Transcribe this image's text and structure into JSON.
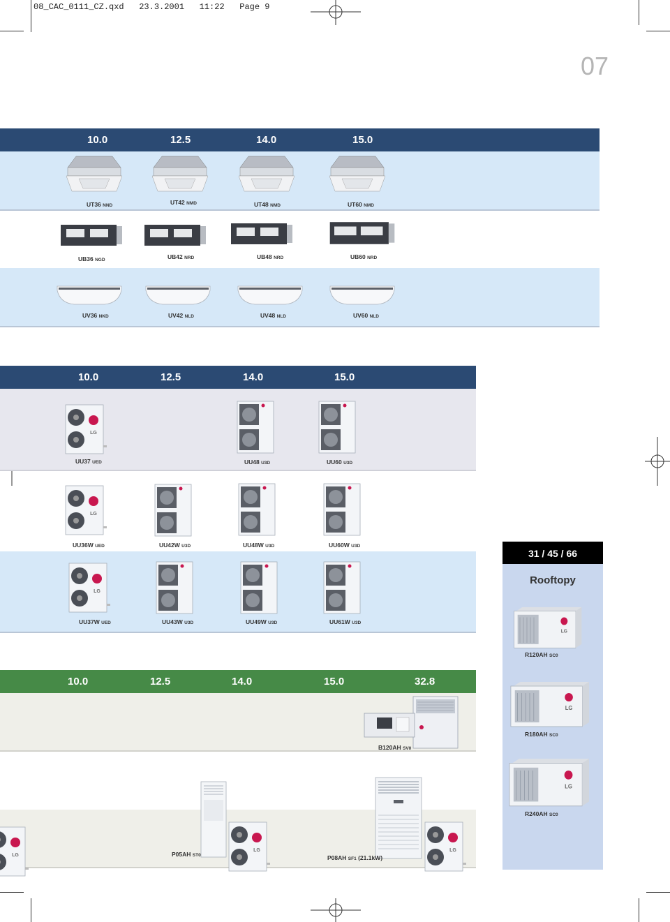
{
  "slug": "08_CAC_0111_CZ.qxd   23.3.2001   11:22   Page 9",
  "page_number": "07",
  "section1": {
    "header": [
      "10.0",
      "12.5",
      "14.0",
      "15.0"
    ],
    "row1": [
      {
        "model": "UT36",
        "suffix": "NND"
      },
      {
        "model": "UT42",
        "suffix": "NMD"
      },
      {
        "model": "UT48",
        "suffix": "NMD"
      },
      {
        "model": "UT60",
        "suffix": "NMD"
      }
    ],
    "row2": [
      {
        "model": "UB36",
        "suffix": "NGD"
      },
      {
        "model": "UB42",
        "suffix": "NRD"
      },
      {
        "model": "UB48",
        "suffix": "NRD"
      },
      {
        "model": "UB60",
        "suffix": "NRD"
      }
    ],
    "row3": [
      {
        "model": "UV36",
        "suffix": "NKD"
      },
      {
        "model": "UV42",
        "suffix": "NLD"
      },
      {
        "model": "UV48",
        "suffix": "NLD"
      },
      {
        "model": "UV60",
        "suffix": "NLD"
      }
    ]
  },
  "section2": {
    "header": [
      "10.0",
      "12.5",
      "14.0",
      "15.0"
    ],
    "row1": [
      {
        "model": "UU37",
        "suffix": "UED"
      },
      {
        "model": "UU48",
        "suffix": "U3D"
      },
      {
        "model": "UU60",
        "suffix": "U3D"
      }
    ],
    "row2": [
      {
        "model": "UU36W",
        "suffix": "UED"
      },
      {
        "model": "UU42W",
        "suffix": "U3D"
      },
      {
        "model": "UU48W",
        "suffix": "U3D"
      },
      {
        "model": "UU60W",
        "suffix": "U3D"
      }
    ],
    "row3": [
      {
        "model": "UU37W",
        "suffix": "UED"
      },
      {
        "model": "UU43W",
        "suffix": "U3D"
      },
      {
        "model": "UU49W",
        "suffix": "U3D"
      },
      {
        "model": "UU61W",
        "suffix": "U3D"
      }
    ]
  },
  "section3": {
    "header": [
      "10.0",
      "12.5",
      "14.0",
      "15.0",
      "32.8"
    ],
    "row1": [
      {
        "model": "B120AH",
        "suffix": "SV0"
      }
    ],
    "row2": [
      {
        "model": "P05AH",
        "suffix": "ST0"
      },
      {
        "model": "P08AH",
        "suffix": "SF1",
        "extra": "(21.1kW)"
      }
    ]
  },
  "sidebar": {
    "header": "31 / 45 / 66",
    "title": "Rooftopy",
    "units": [
      {
        "model": "R120AH",
        "suffix": "SC0"
      },
      {
        "model": "R180AH",
        "suffix": "SC0"
      },
      {
        "model": "R240AH",
        "suffix": "SC0"
      }
    ]
  },
  "colors": {
    "navy": "#2b4a73",
    "light_blue": "#d6e8f8",
    "green": "#468a47",
    "grey_band": "#e7e7ee",
    "beige_band": "#efefe9",
    "sidebar": "#c9d7ee"
  },
  "logo": "LG"
}
